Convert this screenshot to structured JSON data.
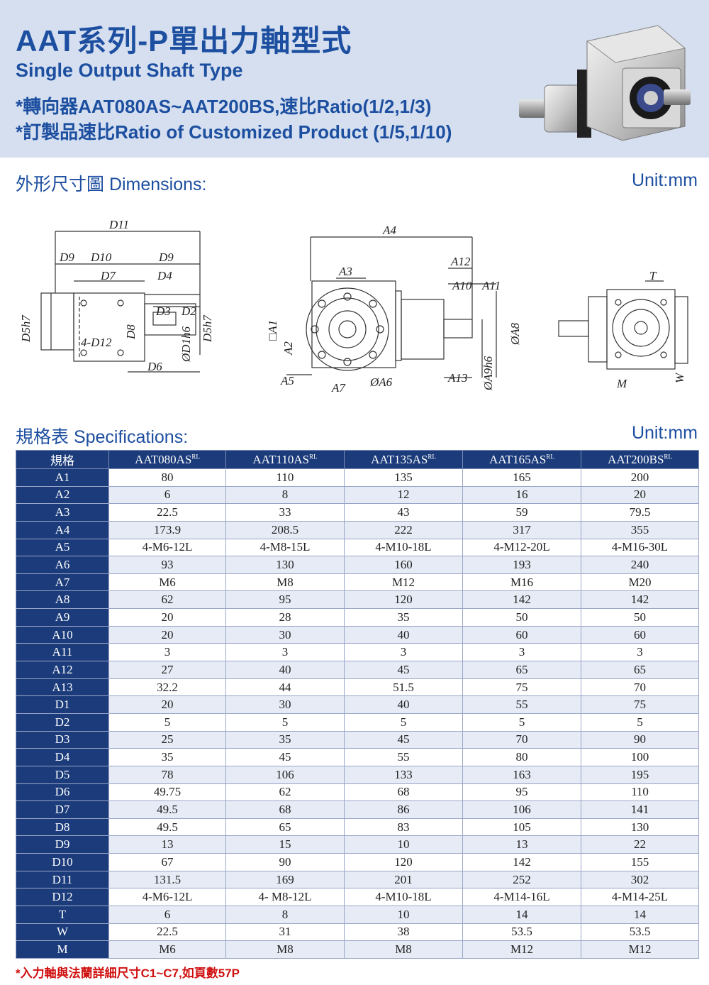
{
  "header": {
    "title": "AAT系列-P單出力軸型式",
    "subtitle": "Single Output Shaft Type",
    "line1": "*轉向器AAT080AS~AAT200BS,速比Ratio(1/2,1/3)",
    "line2": "*訂製品速比Ratio of Customized Product (1/5,1/10)"
  },
  "dimensions": {
    "title": "外形尺寸圖 Dimensions:",
    "unit": "Unit:mm",
    "labels": {
      "d11": "D11",
      "d9a": "D9",
      "d10": "D10",
      "d9b": "D9",
      "d7": "D7",
      "d4": "D4",
      "d3": "D3",
      "d2": "D2",
      "d5l": "D5h7",
      "d5r": "D5h7",
      "d8": "D8",
      "d1": "ØD1h6",
      "d12": "4-D12",
      "d6": "D6",
      "a4": "A4",
      "a3": "A3",
      "a12": "A12",
      "a10": "A10",
      "a11": "A11",
      "a1": "□A1",
      "a2": "A2",
      "a5": "A5",
      "a7": "A7",
      "a6": "ØA6",
      "a13": "A13",
      "a9": "ØA9h6",
      "a8": "ØA8",
      "t": "T",
      "m": "M",
      "w": "W"
    }
  },
  "specs": {
    "title": "規格表 Specifications:",
    "unit": "Unit:mm",
    "header": [
      "規格",
      "AAT080AS",
      "AAT110AS",
      "AAT135AS",
      "AAT165AS",
      "AAT200BS"
    ],
    "suffix": "RL",
    "rows": [
      [
        "A1",
        "80",
        "110",
        "135",
        "165",
        "200"
      ],
      [
        "A2",
        "6",
        "8",
        "12",
        "16",
        "20"
      ],
      [
        "A3",
        "22.5",
        "33",
        "43",
        "59",
        "79.5"
      ],
      [
        "A4",
        "173.9",
        "208.5",
        "222",
        "317",
        "355"
      ],
      [
        "A5",
        "4-M6-12L",
        "4-M8-15L",
        "4-M10-18L",
        "4-M12-20L",
        "4-M16-30L"
      ],
      [
        "A6",
        "93",
        "130",
        "160",
        "193",
        "240"
      ],
      [
        "A7",
        "M6",
        "M8",
        "M12",
        "M16",
        "M20"
      ],
      [
        "A8",
        "62",
        "95",
        "120",
        "142",
        "142"
      ],
      [
        "A9",
        "20",
        "28",
        "35",
        "50",
        "50"
      ],
      [
        "A10",
        "20",
        "30",
        "40",
        "60",
        "60"
      ],
      [
        "A11",
        "3",
        "3",
        "3",
        "3",
        "3"
      ],
      [
        "A12",
        "27",
        "40",
        "45",
        "65",
        "65"
      ],
      [
        "A13",
        "32.2",
        "44",
        "51.5",
        "75",
        "70"
      ],
      [
        "D1",
        "20",
        "30",
        "40",
        "55",
        "75"
      ],
      [
        "D2",
        "5",
        "5",
        "5",
        "5",
        "5"
      ],
      [
        "D3",
        "25",
        "35",
        "45",
        "70",
        "90"
      ],
      [
        "D4",
        "35",
        "45",
        "55",
        "80",
        "100"
      ],
      [
        "D5",
        "78",
        "106",
        "133",
        "163",
        "195"
      ],
      [
        "D6",
        "49.75",
        "62",
        "68",
        "95",
        "110"
      ],
      [
        "D7",
        "49.5",
        "68",
        "86",
        "106",
        "141"
      ],
      [
        "D8",
        "49.5",
        "65",
        "83",
        "105",
        "130"
      ],
      [
        "D9",
        "13",
        "15",
        "10",
        "13",
        "22"
      ],
      [
        "D10",
        "67",
        "90",
        "120",
        "142",
        "155"
      ],
      [
        "D11",
        "131.5",
        "169",
        "201",
        "252",
        "302"
      ],
      [
        "D12",
        "4-M6-12L",
        "4- M8-12L",
        "4-M10-18L",
        "4-M14-16L",
        "4-M14-25L"
      ],
      [
        "T",
        "6",
        "8",
        "10",
        "14",
        "14"
      ],
      [
        "W",
        "22.5",
        "31",
        "38",
        "53.5",
        "53.5"
      ],
      [
        "M",
        "M6",
        "M8",
        "M8",
        "M12",
        "M12"
      ]
    ]
  },
  "footnote": "*入力軸與法蘭詳細尺寸C1~C7,如頁數57P"
}
